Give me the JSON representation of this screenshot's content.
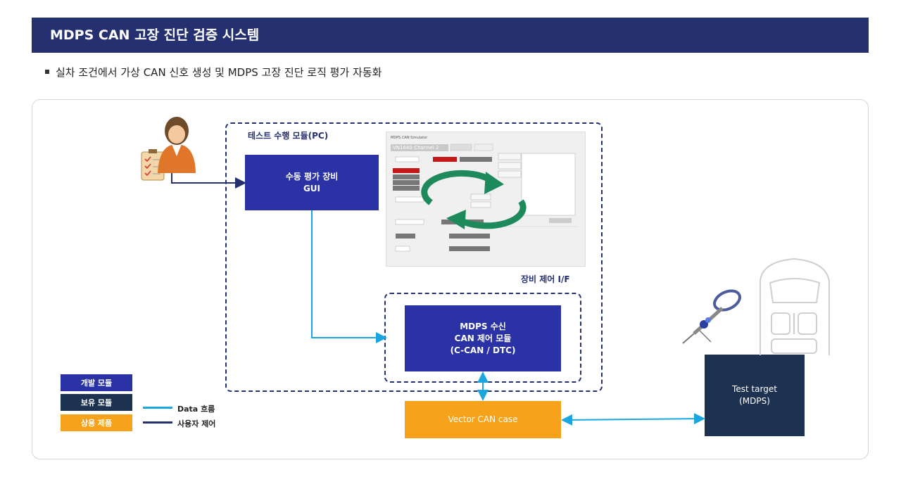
{
  "header": {
    "title": "MDPS CAN 고장 진단 검증 시스템"
  },
  "subtitle": "실차 조건에서 가상 CAN 신호 생성 및 MDPS 고장 진단 로직 평가 자동화",
  "diagram": {
    "pc_module_label": "테스트 수행 모듈(PC)",
    "gui_box": "수동 평가 장비\nGUI",
    "device_if_label": "장비 제어 I/F",
    "mdps_box": "MDPS 수신\nCAN 제어 모듈\n(C-CAN / DTC)",
    "vector_box": "Vector CAN case",
    "target_box": "Test target\n(MDPS)",
    "screenshot": {
      "title": "MDPS CAN Simulator",
      "channel": "VN1640 Channel 2"
    }
  },
  "legend": {
    "items": [
      {
        "label": "개발 모듈",
        "color": "#2a32a6"
      },
      {
        "label": "보유 모듈",
        "color": "#1d3150"
      },
      {
        "label": "상용 제품",
        "color": "#f7a21b"
      }
    ],
    "lines": [
      {
        "label": "Data 흐름",
        "color": "#1ba6e0"
      },
      {
        "label": "사용자 제어",
        "color": "#243070"
      }
    ]
  },
  "colors": {
    "header": "#243070",
    "dev_module": "#2a32a6",
    "owned_module": "#1d3150",
    "commercial": "#f7a21b",
    "data_flow": "#1ba6e0",
    "user_control": "#243070",
    "cycle_arrow": "#1e8a5c"
  },
  "icons": [
    "user-with-checklist-icon",
    "steering-column-icon",
    "car-top-view-icon",
    "cycle-arrows-icon"
  ]
}
